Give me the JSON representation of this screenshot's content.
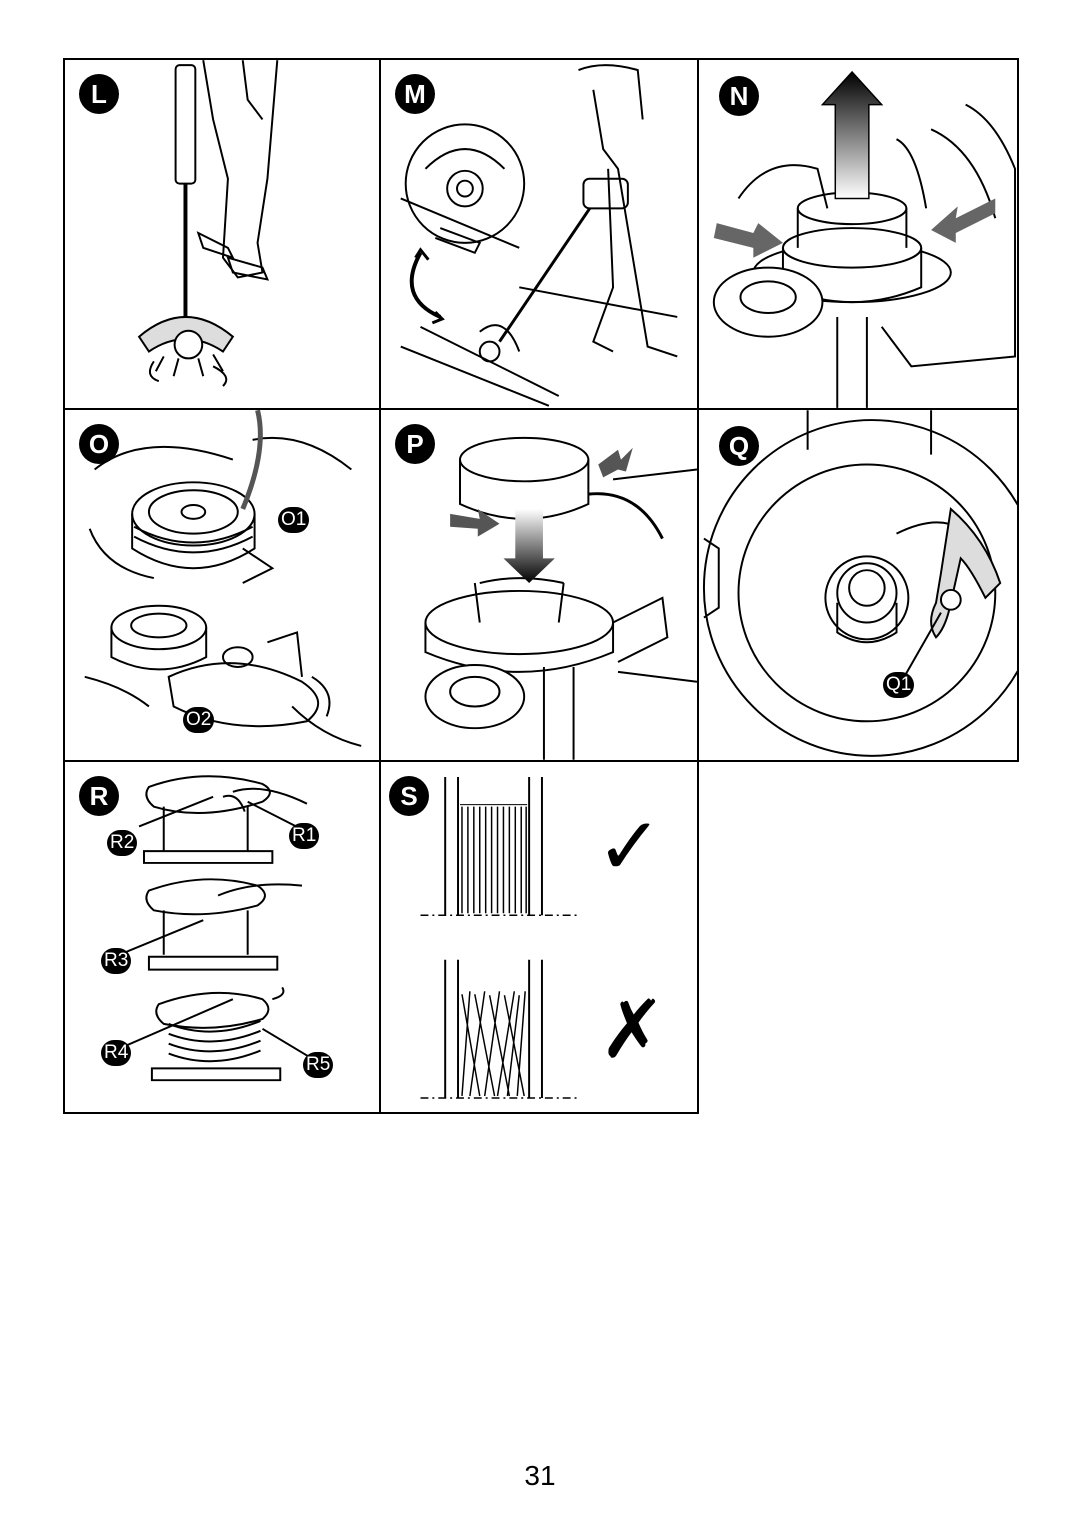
{
  "panels": {
    "L": {
      "label": "L"
    },
    "M": {
      "label": "M"
    },
    "N": {
      "label": "N"
    },
    "O": {
      "label": "O",
      "callouts": [
        "O1",
        "O2"
      ]
    },
    "P": {
      "label": "P"
    },
    "Q": {
      "label": "Q",
      "callouts": [
        "Q1"
      ]
    },
    "R": {
      "label": "R",
      "callouts": [
        "R1",
        "R2",
        "R3",
        "R4",
        "R5"
      ]
    },
    "S": {
      "label": "S",
      "correct_symbol": "✓",
      "incorrect_symbol": "✗"
    }
  },
  "page_number": "31"
}
